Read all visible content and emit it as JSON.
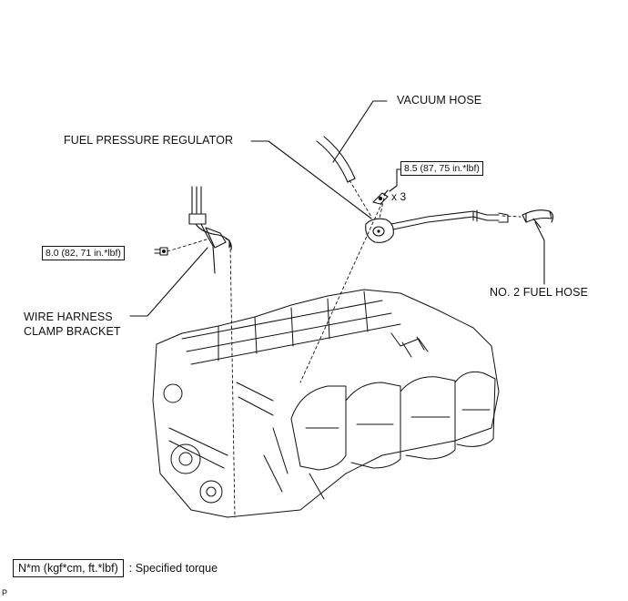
{
  "labels": {
    "vacuum_hose": "VACUUM HOSE",
    "fuel_pressure_regulator": "FUEL PRESSURE REGULATOR",
    "no2_fuel_hose": "NO. 2 FUEL HOSE",
    "wire_harness_line1": "WIRE HARNESS",
    "wire_harness_line2": "CLAMP BRACKET",
    "bolt_qty": "x 3"
  },
  "torques": {
    "regulator_bolts": "8.5 (87, 75 in.*lbf)",
    "clamp_bracket_bolt": "8.0 (82, 71 in.*lbf)"
  },
  "legend": {
    "unit_box": "N*m (kgf*cm, ft.*lbf)",
    "description": ": Specified torque"
  },
  "corner_mark": "P"
}
